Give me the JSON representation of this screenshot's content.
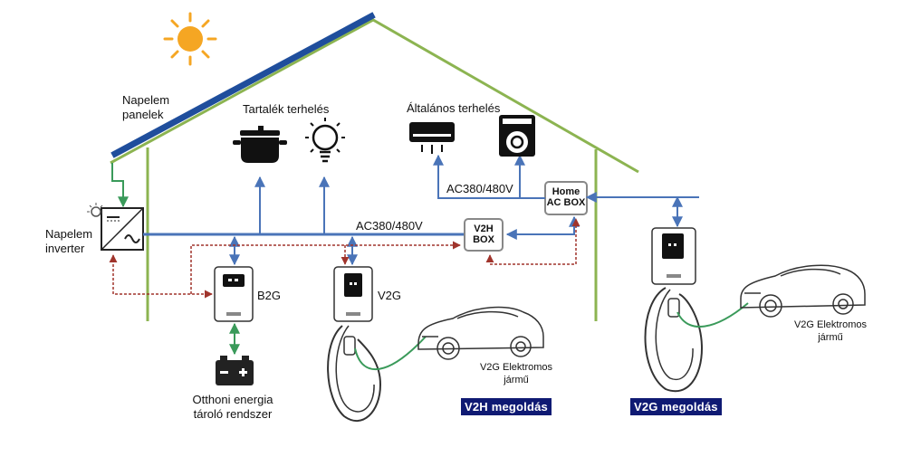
{
  "labels": {
    "solar_panels": "Napelem\npanelek",
    "backup_load": "Tartalék terhelés",
    "general_load": "Általános terhelés",
    "ac_voltage_top": "AC380/480V",
    "ac_voltage_bus": "AC380/480V",
    "home_ac_box": "Home\nAC BOX",
    "v2h_box": "V2H\nBOX",
    "inverter": "Napelem\ninverter",
    "b2g": "B2G",
    "v2g": "V2G",
    "storage": "Otthoni energia\ntároló rendszer",
    "ev_left": "V2G Elektromos\njármű",
    "ev_right": "V2G Elektromos\njármű"
  },
  "badges": {
    "v2h": "V2H megoldás",
    "v2g": "V2G megoldás"
  },
  "colors": {
    "roof_outline": "#8cb451",
    "solar_panel": "#1f4e9c",
    "ac_line": "#4a74b8",
    "signal_line": "#a0342c",
    "dc_line": "#3a9a5a",
    "sun": "#f5a623",
    "badge_bg": "#0f1a73"
  }
}
